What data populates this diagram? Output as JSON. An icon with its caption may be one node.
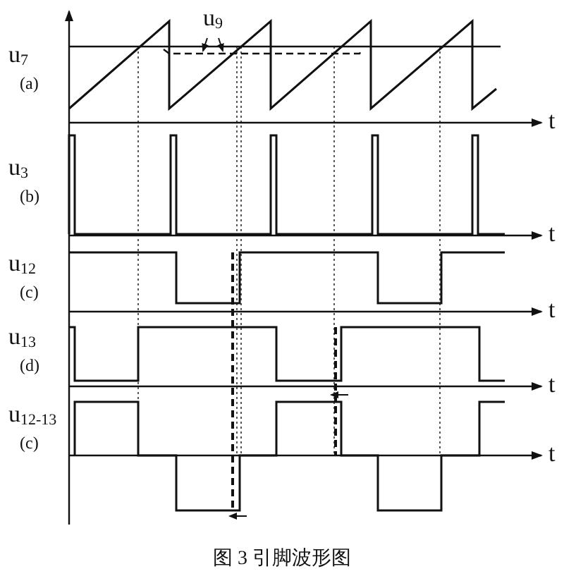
{
  "diagram": {
    "caption": "图 3 引脚波形图",
    "nodes": [
      {
        "text": [
          "u$_{9}$"
        ]
      },
      {
        "text": [],
        "shape": "line"
      }
    ],
    "edges": [
      {
        "from": 0,
        "to": 1,
        "arrow": "to"
      },
      {
        "from": 0,
        "to": 1,
        "arrow": "to"
      }
    ],
    "labels": [
      "u$_{7}$",
      "(a)",
      "t",
      "u$_{3}$",
      "(b)",
      "t",
      "u$_{12}$",
      "(c)",
      "t",
      "u$_{13}$",
      "(d)",
      "t",
      "u$_{12-13}$",
      "(c)",
      "t"
    ]
  }
}
